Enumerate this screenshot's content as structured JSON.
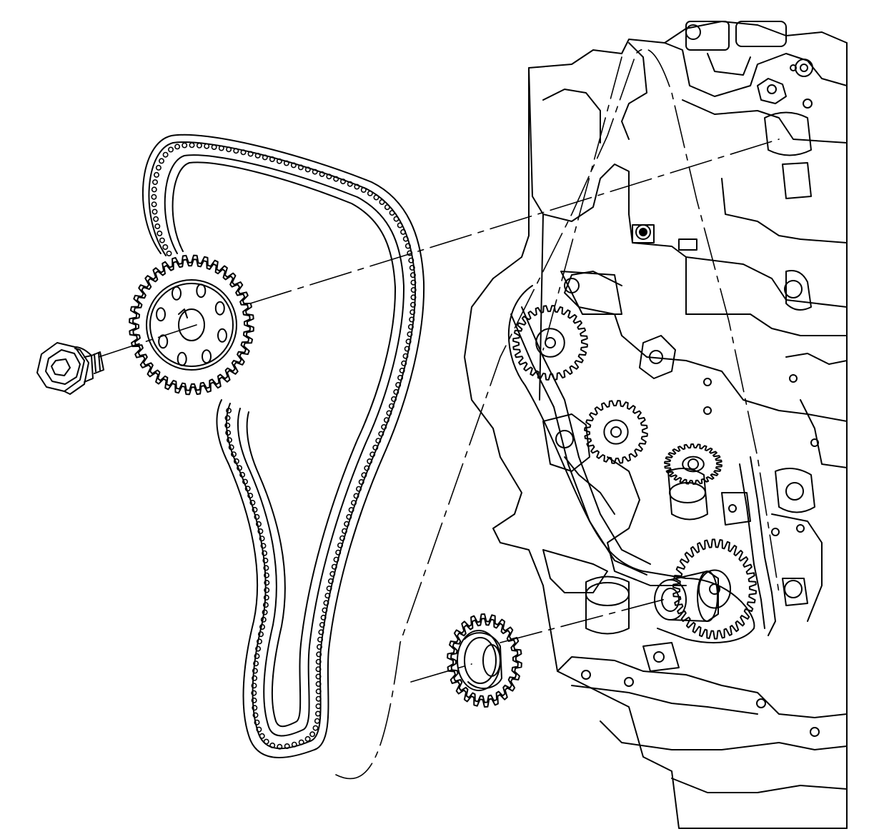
{
  "diagram": {
    "style": "exploded line drawing",
    "line_color": "#000000",
    "background_color": "#ffffff",
    "components": [
      {
        "name": "camshaft-sprocket-bolt"
      },
      {
        "name": "camshaft-sprocket",
        "teeth": 36
      },
      {
        "name": "timing-chain"
      },
      {
        "name": "crankshaft-sprocket",
        "teeth": 22
      },
      {
        "name": "engine-front-block"
      }
    ],
    "engine_gears": [
      {
        "name": "intake-cam-gear",
        "teeth": 28
      },
      {
        "name": "exhaust-cam-gear",
        "teeth": 24
      },
      {
        "name": "balance-gear",
        "teeth": 26
      },
      {
        "name": "crank-gear-installed",
        "teeth": 34
      }
    ],
    "alignment_lines": "dash-long"
  }
}
